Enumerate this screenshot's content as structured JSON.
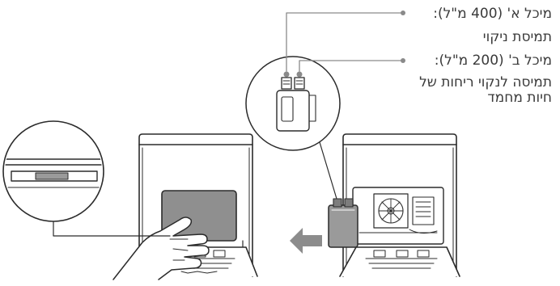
{
  "callouts": {
    "tank_a": {
      "title": "מיכל א' (400 מ\"ל):",
      "desc": "תמיסת ניקוי"
    },
    "tank_b": {
      "title": "מיכל ב' (200 מ\"ל):",
      "desc_line1": "תמיסה לנקוי ריחות של",
      "desc_line2": "חיות מחמד"
    }
  },
  "colors": {
    "stroke": "#2b2b2b",
    "fill": "#ffffff",
    "gray_panel": "#8f8f8f",
    "tank_gray": "#9a9a9a",
    "arrow": "#8c8c8c",
    "connector": "#8a8a8a"
  },
  "icons": {
    "direction": "arrow-left-icon",
    "hand": "hand-icon"
  }
}
